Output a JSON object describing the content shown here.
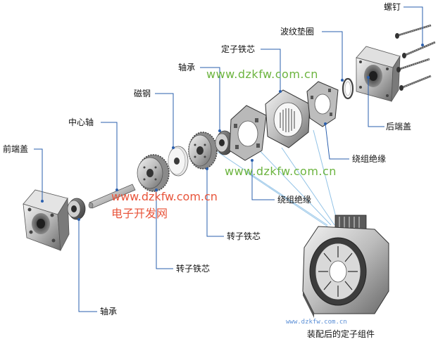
{
  "labels": {
    "screw": "螺钉",
    "wave_washer": "波纹垫圈",
    "stator_core_top": "定子铁芯",
    "bearing_top": "轴承",
    "magnet_steel": "磁钢",
    "center_shaft": "中心轴",
    "front_cover": "前端盖",
    "rear_cover": "后端盖",
    "winding_insulation_right": "绕组绝缘",
    "winding_insulation_mid": "绕组绝缘",
    "rotor_core_mid": "转子铁芯",
    "rotor_core_low": "转子铁芯",
    "bearing_bottom": "轴承",
    "assembled_stator": "装配后的定子组件"
  },
  "watermarks": {
    "url1": "www.dzkfw.com.cn",
    "url2": "www.dzkfw.com.cn",
    "url3": "www.dzkfw.com.cn",
    "site_name": "电子开发网",
    "url_small": "www.dzkfw.com.cn"
  },
  "colors": {
    "leader": "#2a5fae",
    "watermark_green": "#6cb43f",
    "watermark_red": "#e8553b",
    "metal_light": "#d8d8d8",
    "metal_dark": "#6e6e6e"
  }
}
